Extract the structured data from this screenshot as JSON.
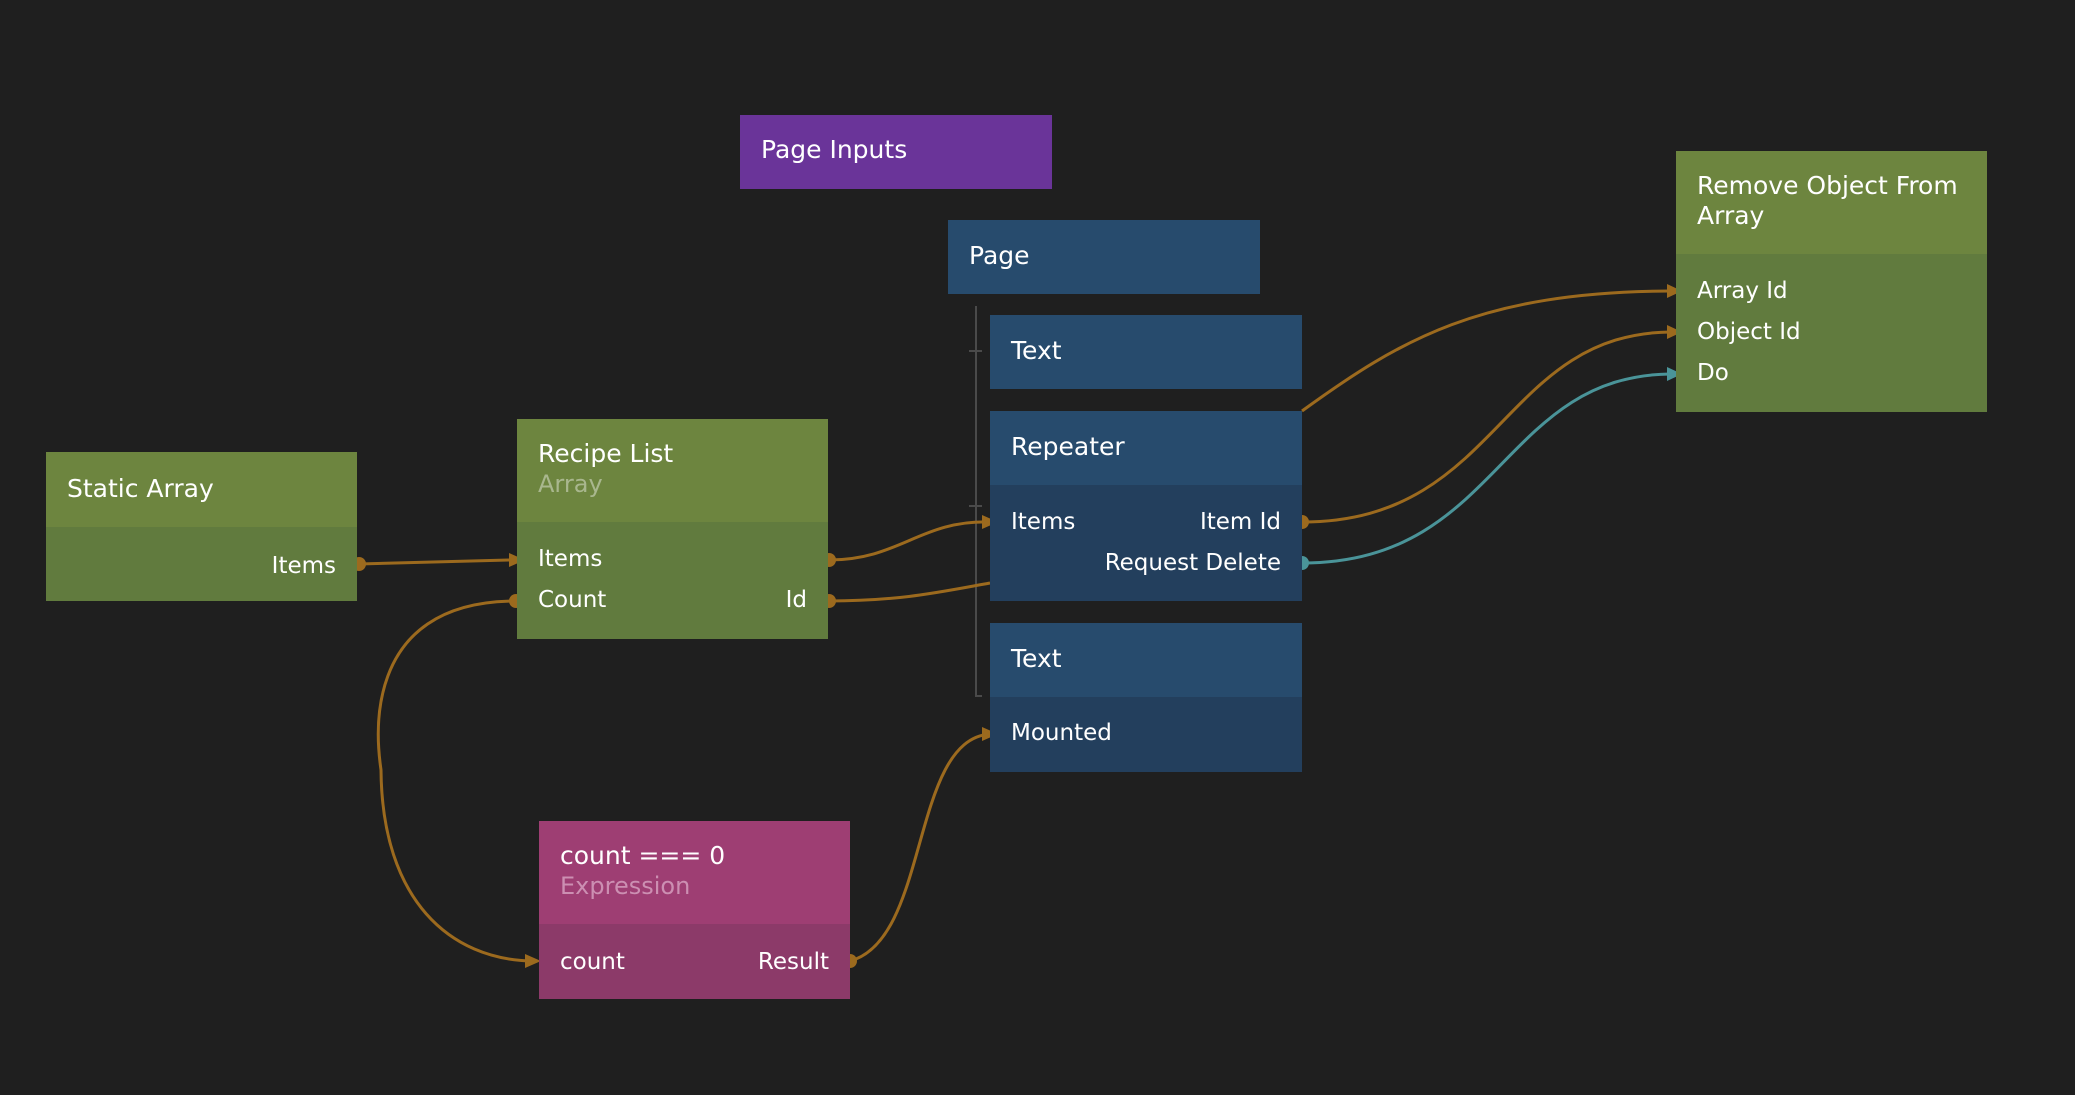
{
  "nodes": {
    "static_array": {
      "title": "Static Array",
      "outputs": [
        "Items"
      ]
    },
    "recipe_list": {
      "title": "Recipe List",
      "subtitle": "Array",
      "inputs": [
        "Items",
        "Count"
      ],
      "outputs": [
        "Id"
      ]
    },
    "page_inputs": {
      "title": "Page Inputs"
    },
    "page": {
      "title": "Page"
    },
    "text_1": {
      "title": "Text"
    },
    "repeater": {
      "title": "Repeater",
      "inputs": [
        "Items"
      ],
      "outputs": [
        "Item Id",
        "Request Delete"
      ]
    },
    "text_2": {
      "title": "Text",
      "inputs": [
        "Mounted"
      ]
    },
    "expression": {
      "title": "count === 0",
      "subtitle": "Expression",
      "inputs": [
        "count"
      ],
      "outputs": [
        "Result"
      ]
    },
    "remove_object": {
      "title": "Remove Object From Array",
      "inputs": [
        "Array Id",
        "Object Id",
        "Do"
      ]
    }
  },
  "colors": {
    "canvas": "#1f1f1f",
    "logic_node": "#6d853f",
    "visual_node": "#274b6d",
    "expression_node": "#9e3e73",
    "component_node": "#6a3499",
    "data_wire": "#9c6a1e",
    "signal_wire": "#4a9499"
  }
}
